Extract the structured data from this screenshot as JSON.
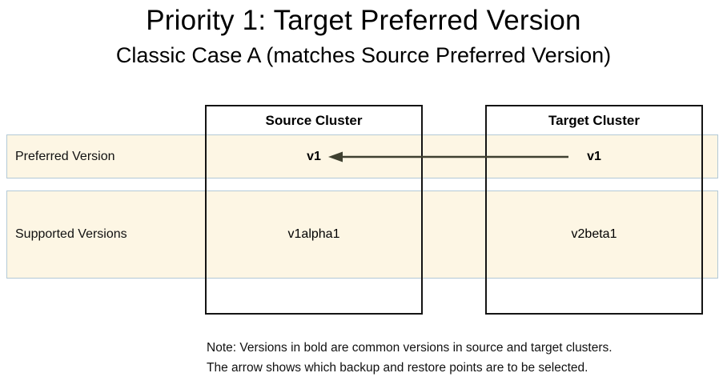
{
  "title": "Priority 1: Target Preferred Version",
  "subtitle": "Classic Case A (matches Source Preferred Version)",
  "diagram": {
    "rows": [
      {
        "label": "Preferred Version"
      },
      {
        "label": "Supported Versions"
      }
    ],
    "columns": [
      {
        "header": "Source Cluster",
        "preferred": "v1",
        "supported": "v1alpha1"
      },
      {
        "header": "Target Cluster",
        "preferred": "v1",
        "supported": "v2beta1"
      }
    ],
    "arrow": {
      "direction": "target-to-source"
    }
  },
  "note": {
    "line1": "Note: Versions in bold are common versions in source and target clusters.",
    "line2": "The arrow shows which backup and restore points are to be selected."
  },
  "colors": {
    "band_background": "#fdf6e4",
    "band_border": "#b3c9d6",
    "box_border": "#141414",
    "arrow": "#3f4030"
  }
}
